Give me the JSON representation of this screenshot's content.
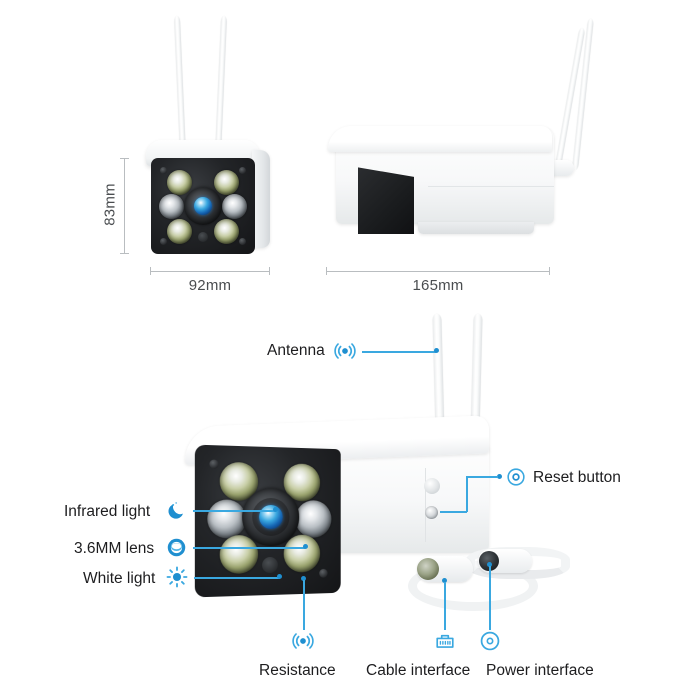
{
  "page": {
    "background": "#ffffff",
    "accent": "#3aa8e0",
    "accent_dark": "#1f8fd0",
    "dimension_color": "#b9bdc0",
    "label_color": "#1d1d1f"
  },
  "dimensions": {
    "front_height": "83mm",
    "front_width": "92mm",
    "side_width": "165mm"
  },
  "callouts": {
    "antenna": {
      "label": "Antenna",
      "icon": "wireless-signal-icon"
    },
    "infrared_light": {
      "label": "Infrared light",
      "icon": "moon-icon"
    },
    "lens": {
      "label": "3.6MM lens",
      "icon": "lens-eye-icon"
    },
    "white_light": {
      "label": "White light",
      "icon": "sun-icon"
    },
    "reset_button": {
      "label": "Reset button",
      "icon": "target-circle-icon"
    },
    "resistance": {
      "label": "Resistance",
      "icon": "wireless-signal-icon"
    },
    "cable_interface": {
      "label": "Cable interface",
      "icon": "ethernet-port-icon"
    },
    "power_interface": {
      "label": "Power interface",
      "icon": "power-jack-icon"
    }
  }
}
